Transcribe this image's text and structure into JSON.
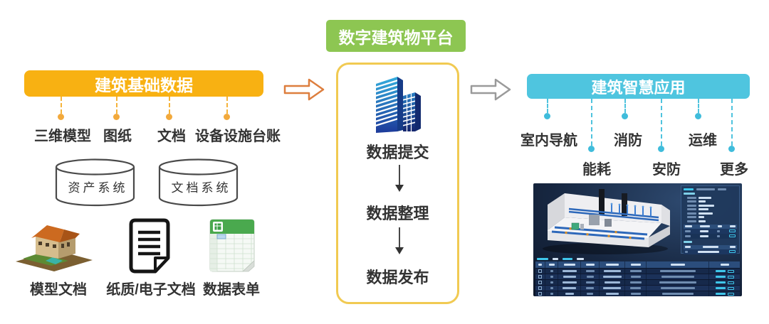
{
  "top_banner": {
    "label": "数字建筑物平台",
    "color": "#8dc652"
  },
  "left": {
    "banner": "建筑基础数据",
    "banner_color": "#f8b112",
    "items": [
      "三维模型",
      "图纸",
      "文档",
      "设备设施台账"
    ],
    "systems": [
      "资产系统",
      "文档系统"
    ],
    "sources": [
      "模型文档",
      "纸质/电子文档",
      "数据表单"
    ]
  },
  "center": {
    "border_color": "#f1ca52",
    "steps": [
      "数据提交",
      "数据整理",
      "数据发布"
    ]
  },
  "right": {
    "banner": "建筑智慧应用",
    "banner_color": "#4fc5df",
    "apps_top": [
      "室内导航",
      "消防",
      "运维"
    ],
    "apps_bottom": [
      "能耗",
      "安防",
      "更多"
    ]
  },
  "colors": {
    "arrow_orange": "#dd7e3e",
    "arrow_gray": "#9a9a9a",
    "connector_orange": "#f5b33a",
    "connector_cyan": "#4fc3de",
    "text": "#333333"
  }
}
